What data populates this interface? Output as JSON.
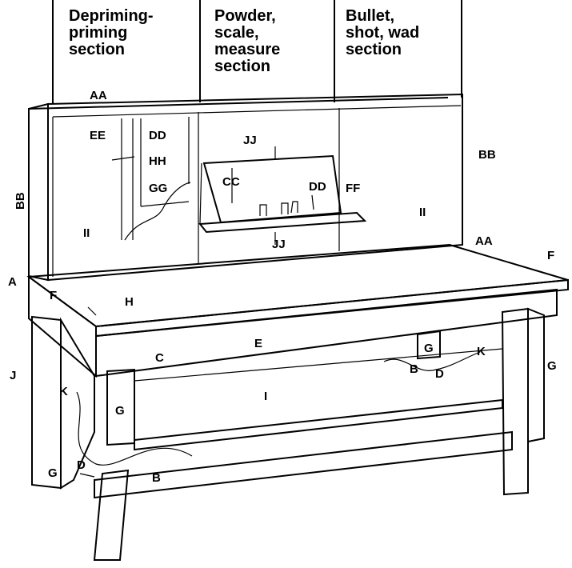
{
  "headers": [
    {
      "lines": [
        "Depriming-",
        "priming",
        "section"
      ]
    },
    {
      "lines": [
        "Powder,",
        "scale,",
        "measure",
        "section"
      ]
    },
    {
      "lines": [
        "Bullet,",
        "shot, wad",
        "section"
      ]
    }
  ],
  "labels": [
    "AA",
    "EE",
    "DD",
    "HH",
    "GG",
    "JJ",
    "CC",
    "DD",
    "FF",
    "JJ",
    "BB",
    "BB",
    "II",
    "II",
    "AA",
    "F",
    "A",
    "H",
    "F",
    "E",
    "C",
    "J",
    "K",
    "G",
    "I",
    "G",
    "B",
    "D",
    "K",
    "G",
    "G",
    "D",
    "B"
  ],
  "colors": {
    "ink": "#000000",
    "paper": "#ffffff",
    "shelf": "#ececec"
  }
}
